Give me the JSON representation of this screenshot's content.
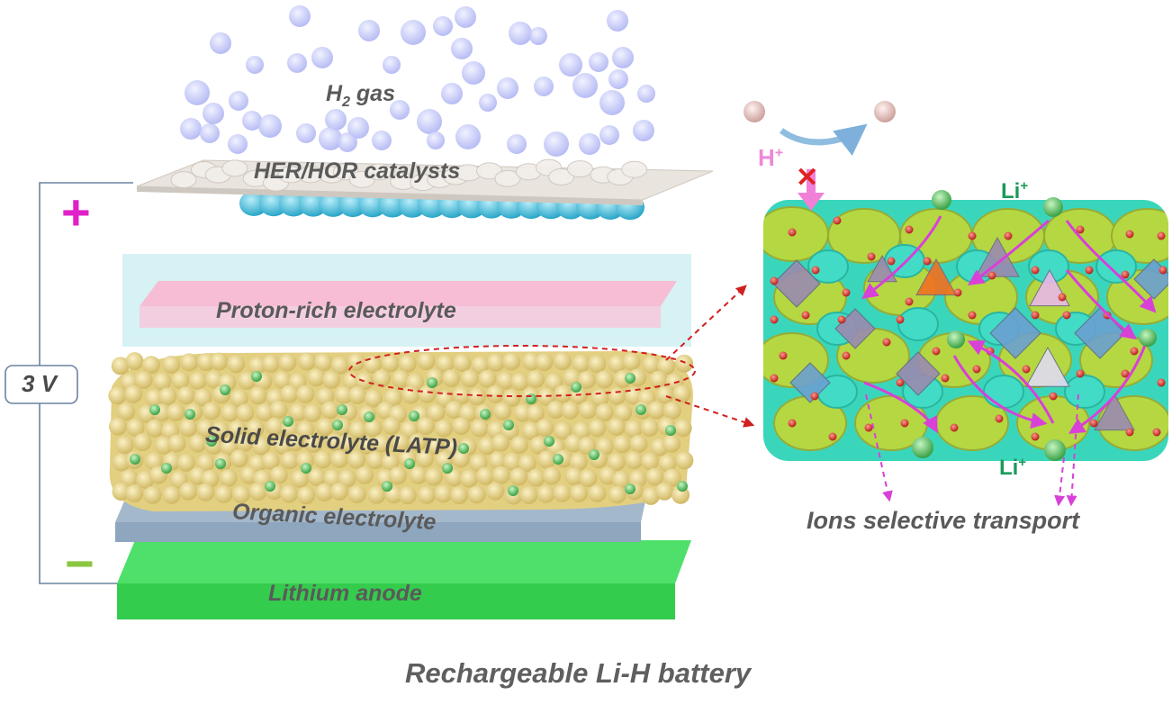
{
  "labels": {
    "h2_gas_base": "H",
    "h2_gas_sub": "2",
    "h2_gas_rest": " gas",
    "catalysts": "HER/HOR catalysts",
    "proton_electrolyte": "Proton-rich electrolyte",
    "solid_electrolyte": "Solid electrolyte (LATP)",
    "organic_electrolyte": "Organic electrolyte",
    "lithium_anode": "Lithium anode",
    "voltage": "3 V",
    "plus": "+",
    "minus": "−",
    "proton_ion": "H",
    "proton_charge": "+",
    "li_ion_top": "Li",
    "li_ion_top_charge": "+",
    "li_ion_bottom": "Li",
    "li_ion_bottom_charge": "+",
    "block": "✕",
    "transport": "Ions selective transport",
    "caption": "Rechargeable Li-H battery"
  },
  "colors": {
    "gas_bubble": "#b9bdf6",
    "catalyst_plate": "#e8e2dc",
    "catalyst_spheres": "#3fb8d6",
    "proton_layer": "#f6bfd6",
    "solid_electrolyte": "#e7d68a",
    "li_dots": "#3fbf4f",
    "organic_layer": "#8fa6bc",
    "lithium_anode": "#3fd65a",
    "plus": "#e020c8",
    "minus": "#8ac640",
    "proton": "#ee88d8",
    "li_ion": "#1a9a5a",
    "block": "#e02020",
    "callout": "#d02020",
    "transport_arrows": "#d840d8",
    "framework_cyan": "#39d9c0",
    "framework_yellow": "#b8d83a"
  }
}
